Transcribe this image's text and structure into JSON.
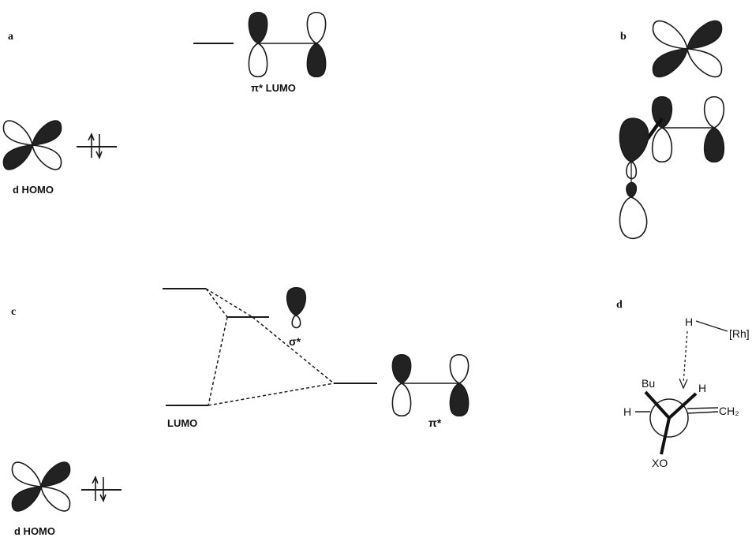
{
  "panels": {
    "a": {
      "label": "a",
      "lumo_label": "π* LUMO",
      "homo_label": "d HOMO"
    },
    "b": {
      "label": "b"
    },
    "c": {
      "label": "c",
      "sigma_label": "σ*",
      "lumo_label": "LUMO",
      "pi_label": "π*",
      "homo_label": "d HOMO"
    },
    "d": {
      "label": "d",
      "h_top": "H",
      "rh": "[Rh]",
      "bu": "Bu",
      "h_right": "H",
      "h_left": "H",
      "ch2": "CH₂",
      "xo": "XO"
    }
  }
}
